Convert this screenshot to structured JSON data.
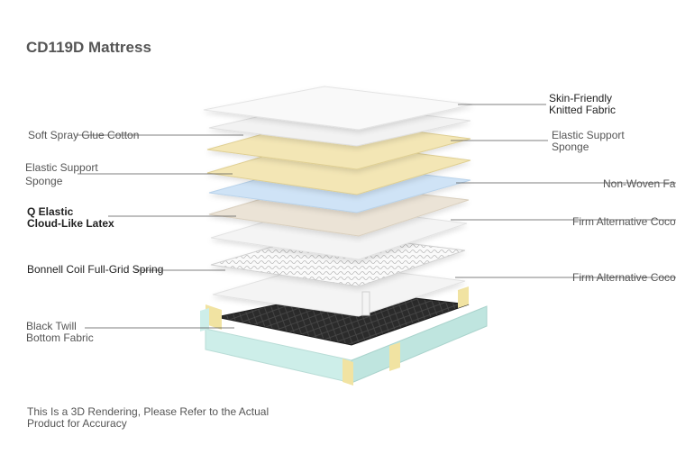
{
  "title": "CD119D Mattress",
  "labels_left": [
    {
      "id": "soft-spray-glue-cotton",
      "lines": [
        "Soft Spray Glue Cotton"
      ]
    },
    {
      "id": "elastic-support-sponge-left",
      "lines": [
        "Elastic Support",
        "Sponge"
      ]
    },
    {
      "id": "q-elastic-latex",
      "lines": [
        "Q Elastic",
        "Cloud-Like Latex"
      ]
    },
    {
      "id": "bonnell-coil-spring",
      "lines": [
        "Bonnell Coil Full-Grid Spring"
      ]
    },
    {
      "id": "black-twill-bottom",
      "lines": [
        "Black Twill",
        "Bottom Fabric"
      ]
    }
  ],
  "labels_right": [
    {
      "id": "skin-friendly-fabric",
      "lines": [
        "Skin-Friendly",
        "Knitted Fabric"
      ]
    },
    {
      "id": "elastic-support-sponge-right",
      "lines": [
        "Elastic Support",
        "Sponge"
      ]
    },
    {
      "id": "non-woven-fabric",
      "lines": [
        "Non-Woven Fab"
      ]
    },
    {
      "id": "firm-coco-1",
      "lines": [
        "Firm Alternative Coco"
      ]
    },
    {
      "id": "firm-coco-2",
      "lines": [
        "Firm Alternative Coco"
      ]
    }
  ],
  "note": {
    "lines": [
      "This Is a 3D Rendering, Please Refer to the Actual",
      "Product for Accuracy"
    ]
  },
  "colors": {
    "white_layer": "#f7f7f7",
    "cotton_layer": "#f2f2f2",
    "sponge_layer": "#f3e6b5",
    "blue_layer": "#cfe3f6",
    "latex_layer": "#ebe3d6",
    "base_black": "#2a2a2a",
    "frame_mint": "#cdeee9",
    "frame_yellow": "#f1e3a2"
  }
}
